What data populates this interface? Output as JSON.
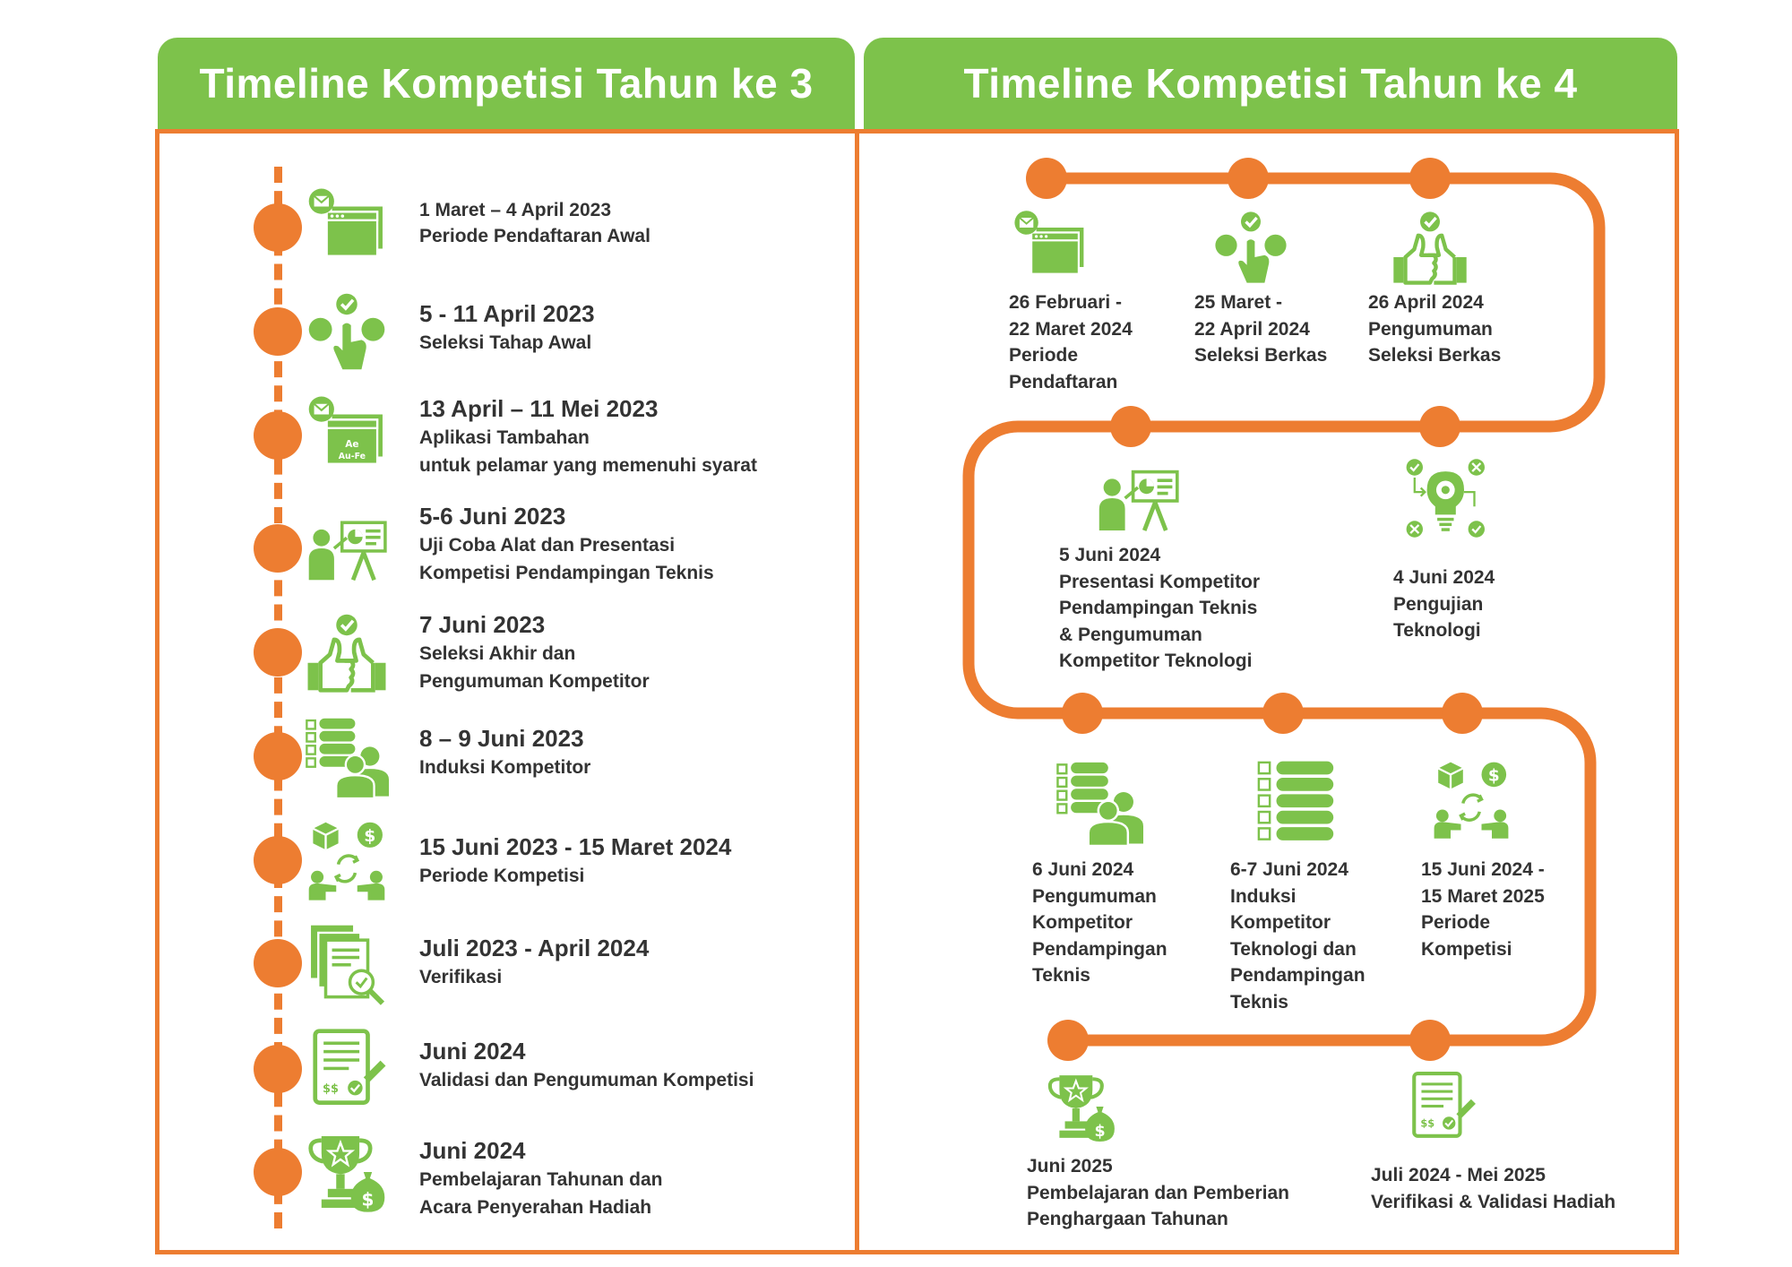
{
  "colors": {
    "accent_orange": "#ed7d31",
    "accent_green": "#7dc24b",
    "text_dark": "#333333"
  },
  "left": {
    "title": "Timeline Kompetisi Tahun ke 3",
    "items": [
      {
        "date": "1 Maret – 4 April 2023",
        "desc": "Periode Pendaftaran Awal",
        "icon": "registration-window-icon"
      },
      {
        "date": "5 - 11 April 2023",
        "desc": "Seleksi Tahap Awal",
        "icon": "selection-touch-icon"
      },
      {
        "date": "13 April – 11 Mei 2023",
        "desc": "Aplikasi Tambahan\nuntuk pelamar yang memenuhi syarat",
        "icon": "application-window-icon"
      },
      {
        "date": "5-6 Juni 2023",
        "desc": "Uji Coba Alat dan Presentasi\nKompetisi Pendampingan Teknis",
        "icon": "presentation-icon"
      },
      {
        "date": "7 Juni 2023",
        "desc": "Seleksi Akhir dan\nPengumuman Kompetitor",
        "icon": "thumbs-up-icon"
      },
      {
        "date": "8 – 9 Juni 2023",
        "desc": "Induksi Kompetitor",
        "icon": "induction-group-icon"
      },
      {
        "date": "15 Juni 2023 - 15 Maret 2024",
        "desc": "Periode Kompetisi",
        "icon": "exchange-icon"
      },
      {
        "date": "Juli 2023 - April 2024",
        "desc": "Verifikasi",
        "icon": "verification-documents-icon"
      },
      {
        "date": "Juni 2024",
        "desc": "Validasi dan Pengumuman Kompetisi",
        "icon": "certificate-icon"
      },
      {
        "date": "Juni 2024",
        "desc": "Pembelajaran Tahunan dan\nAcara Penyerahan Hadiah",
        "icon": "trophy-money-icon"
      }
    ]
  },
  "right": {
    "title": "Timeline Kompetisi Tahun ke 4",
    "items": [
      {
        "text": "26 Februari  -\n22 Maret 2024\nPeriode\nPendaftaran",
        "icon": "registration-window-icon"
      },
      {
        "text": "25 Maret -\n22 April 2024\nSeleksi Berkas",
        "icon": "selection-touch-icon"
      },
      {
        "text": "26 April 2024\nPengumuman\nSeleksi Berkas",
        "icon": "thumbs-up-icon"
      },
      {
        "text": "5 Juni 2024\nPresentasi Kompetitor\nPendampingan Teknis\n& Pengumuman\nKompetitor Teknologi",
        "icon": "presentation-icon"
      },
      {
        "text": "4 Juni 2024\nPengujian\nTeknologi",
        "icon": "technology-bulb-icon"
      },
      {
        "text": "6 Juni 2024\nPengumuman\nKompetitor\nPendampingan\nTeknis",
        "icon": "induction-group-icon"
      },
      {
        "text": "6-7 Juni 2024\nInduksi\nKompetitor\nTeknologi dan\nPendampingan\nTeknis",
        "icon": "checklist-icon"
      },
      {
        "text": "15 Juni 2024 -\n15 Maret 2025\nPeriode\nKompetisi",
        "icon": "exchange-icon"
      },
      {
        "text": "Juni 2025\nPembelajaran dan Pemberian\nPenghargaan Tahunan",
        "icon": "trophy-money-icon"
      },
      {
        "text": "Juli 2024 - Mei 2025\nVerifikasi & Validasi Hadiah",
        "icon": "certificate-icon"
      }
    ]
  }
}
